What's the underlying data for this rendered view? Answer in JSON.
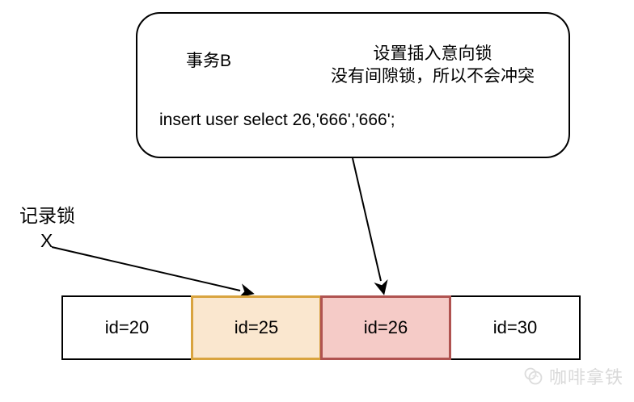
{
  "bubble": {
    "title": "事务B",
    "note_line1": "设置插入意向锁",
    "note_line2": "没有间隙锁，所以不会冲突",
    "sql": "insert user select 26,'666','666';"
  },
  "record_lock": {
    "label": "记录锁",
    "mark": "X"
  },
  "table": {
    "cells": [
      {
        "label": "id=20",
        "fill": "#ffffff",
        "border": "#000000"
      },
      {
        "label": "id=25",
        "fill": "#fae7cf",
        "border": "#d9a43f"
      },
      {
        "label": "id=26",
        "fill": "#f5cbc7",
        "border": "#b05350"
      },
      {
        "label": "id=30",
        "fill": "#ffffff",
        "border": "#000000"
      }
    ]
  },
  "watermark": {
    "text": "咖啡拿铁",
    "color": "#d9d9d9"
  },
  "colors": {
    "line": "#000000",
    "background": "#ffffff"
  }
}
